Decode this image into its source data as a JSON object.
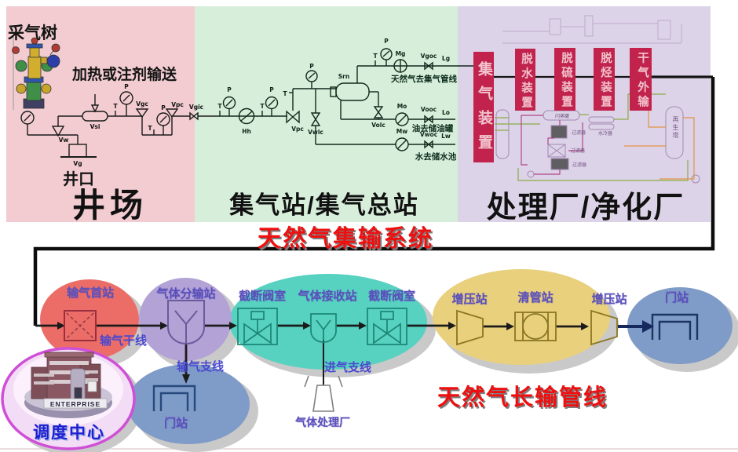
{
  "colors": {
    "wellsite_bg": "#f2ccd1",
    "station_bg": "#d7eeda",
    "plant_bg": "#ddd3e8",
    "unit_box": "#c1234d",
    "unit_text": "#f2c4ce",
    "banner_red": "#ee1010",
    "ellipse_red": "#ec6d67",
    "ellipse_purple": "#b3a2d6",
    "ellipse_teal": "#57d1c0",
    "ellipse_yellow": "#e9d07d",
    "ellipse_blue": "#7f9bc7",
    "dispatch_ring": "#cf4fd6",
    "flow_label_blue": "#5b50bb"
  },
  "tags": {
    "t": "T",
    "p": "P"
  },
  "wellsite": {
    "title": "井场",
    "tree": "采气树",
    "heating": "加热或注剂输送",
    "wellhead": "井口",
    "vg": "Vg",
    "vw": "Vw",
    "vsi": "Vsi",
    "vgc": "Vgc",
    "vpc": "Vpc",
    "vgic": "Vgic"
  },
  "station": {
    "title": "集气站/集气总站",
    "hh": "Hh",
    "vpc": "Vpc",
    "srn": "Srn",
    "vwlc": "Vwlc",
    "volc": "Volc",
    "mg": "Mg",
    "vgoc": "Vgoc",
    "lg": "Lg",
    "mo": "Mo",
    "vooc": "Vooc",
    "lo": "Lo",
    "mw": "Mw",
    "vwoc": "Vwoc",
    "lw": "Lw",
    "gas_line": "天然气去集气管线",
    "oil_line": "油去储油罐",
    "water_line": "水去储水池"
  },
  "plant": {
    "title": "处理厂/净化厂",
    "units": [
      "集气装置",
      "脱水装置",
      "脱硫装置",
      "脱烃装置",
      "干气外输"
    ],
    "bg": {
      "flash_tank": "闪蒸罐",
      "filter": "过滤器",
      "cooler": "水冷器",
      "regen_tower": "再生塔"
    }
  },
  "banners": {
    "gathering": "天然气集输系统",
    "long_pipeline": "天然气长输管线"
  },
  "flow": {
    "first_station": "输气首站",
    "trunk": "输气干线",
    "distribution": "气体分输站",
    "branch": "输气支线",
    "block_valve": "截断阀室",
    "receiving": "气体接收站",
    "block_valve2": "截断阀室",
    "inlet_branch": "进气支线",
    "processing_plant": "气体处理厂",
    "booster": "增压站",
    "pig": "清管站",
    "booster2": "增压站",
    "gate_end": "门站",
    "gate_branch": "门站",
    "dispatch": "调度中心",
    "enterprise": "ENTERPRISE"
  }
}
